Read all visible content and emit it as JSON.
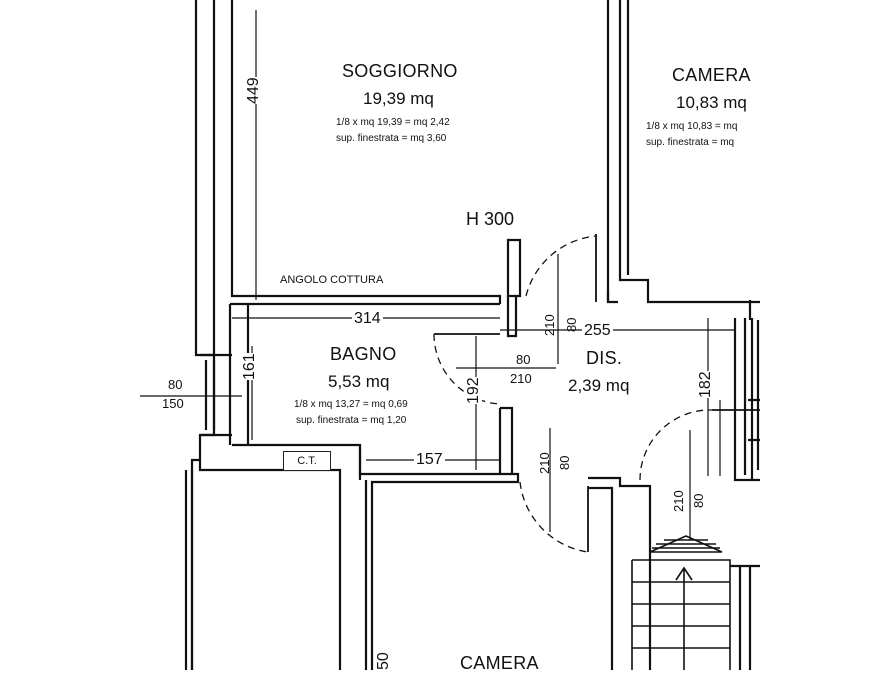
{
  "rooms": {
    "soggiorno": {
      "name": "SOGGIORNO",
      "area": "19,39 mq",
      "ratio": "1/8 x mq 19,39 = mq 2,42",
      "window": "sup. finestrata = mq 3,60"
    },
    "camera_top": {
      "name": "CAMERA",
      "area": "10,83 mq",
      "ratio": "1/8 x mq 10,83 = mq",
      "window": "sup. finestrata = mq"
    },
    "bagno": {
      "name": "BAGNO",
      "area": "5,53 mq",
      "ratio": "1/8 x mq 13,27 = mq 0,69",
      "window": "sup. finestrata = mq 1,20"
    },
    "dis": {
      "name": "DIS.",
      "area": "2,39 mq"
    },
    "camera_bottom": {
      "name": "CAMERA"
    }
  },
  "labels": {
    "height": "H 300",
    "angolo_cottura": "ANGOLO COTTURA",
    "ct": "C.T."
  },
  "dimensions": {
    "d449": "449",
    "d314": "314",
    "d255": "255",
    "d161": "161",
    "d192": "192",
    "d182": "182",
    "d157": "157",
    "win_80": "80",
    "win_150": "150",
    "door_80_a": "80",
    "door_210_a": "210",
    "door_80_b": "80",
    "door_210_b": "210",
    "door_80_c": "80",
    "door_210_c": "210",
    "door_80_d": "80",
    "door_210_d": "210",
    "d50": "50"
  }
}
